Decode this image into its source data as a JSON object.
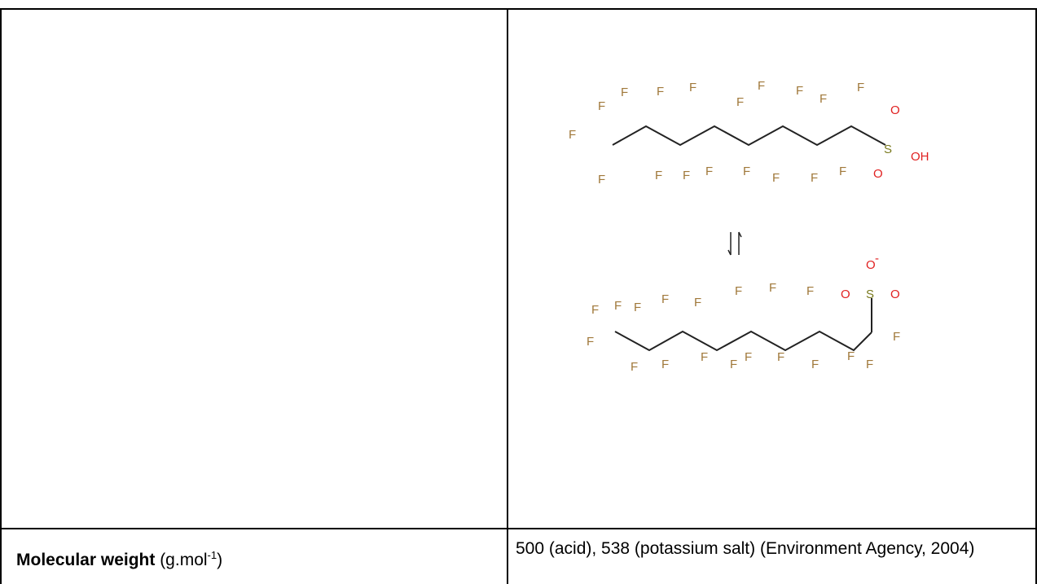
{
  "property": {
    "label_bold": "Molecular weight",
    "label_unit_prefix": " (g.mol",
    "label_unit_exp": "-1",
    "label_unit_suffix": ")",
    "value": "500 (acid), 538 (potassium salt) (Environment Agency, 2004)"
  },
  "structure": {
    "atom_labels": {
      "fluorine": "F",
      "oxygen": "O",
      "sulfur": "S",
      "hydroxyl": "OH",
      "anion_charge": "-"
    },
    "colors": {
      "fluorine": "#a0783a",
      "oxygen": "#e02020",
      "sulfur": "#7a7a1e",
      "bond": "#222222"
    }
  }
}
